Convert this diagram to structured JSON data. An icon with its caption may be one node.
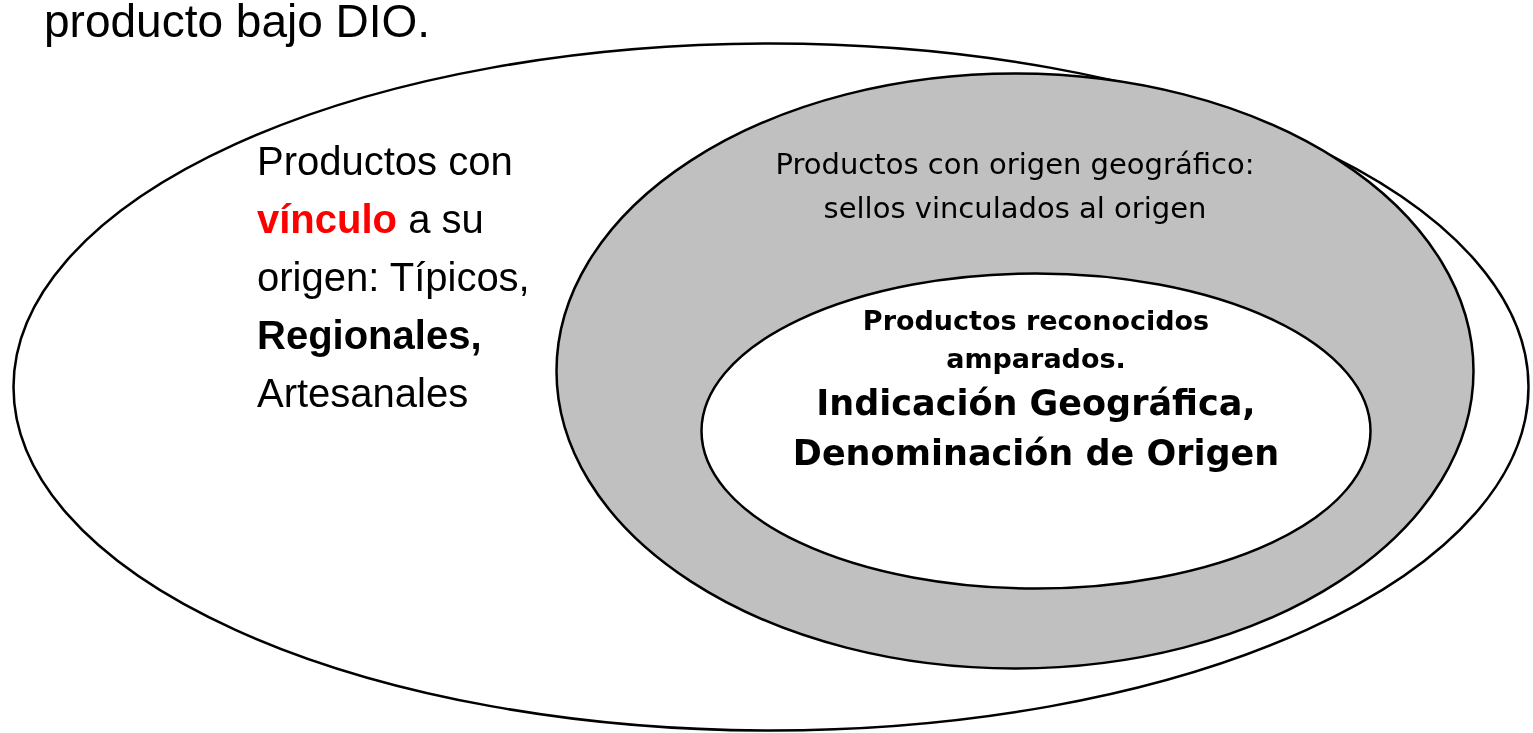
{
  "diagram": {
    "title": "producto bajo DIO.",
    "nodes": [
      {
        "text": [
          "Productos con **vínculo** a su origen: Típicos, **Regionales,** Artesanales"
        ]
      },
      {
        "text": [
          "Productos con origen geográfico: sellos vinculados al origen"
        ],
        "in": 0
      },
      {
        "text": [
          "Productos reconocidos amparados.",
          "Indicación Geográfica, Denominación de Origen"
        ],
        "in": 1
      }
    ]
  }
}
